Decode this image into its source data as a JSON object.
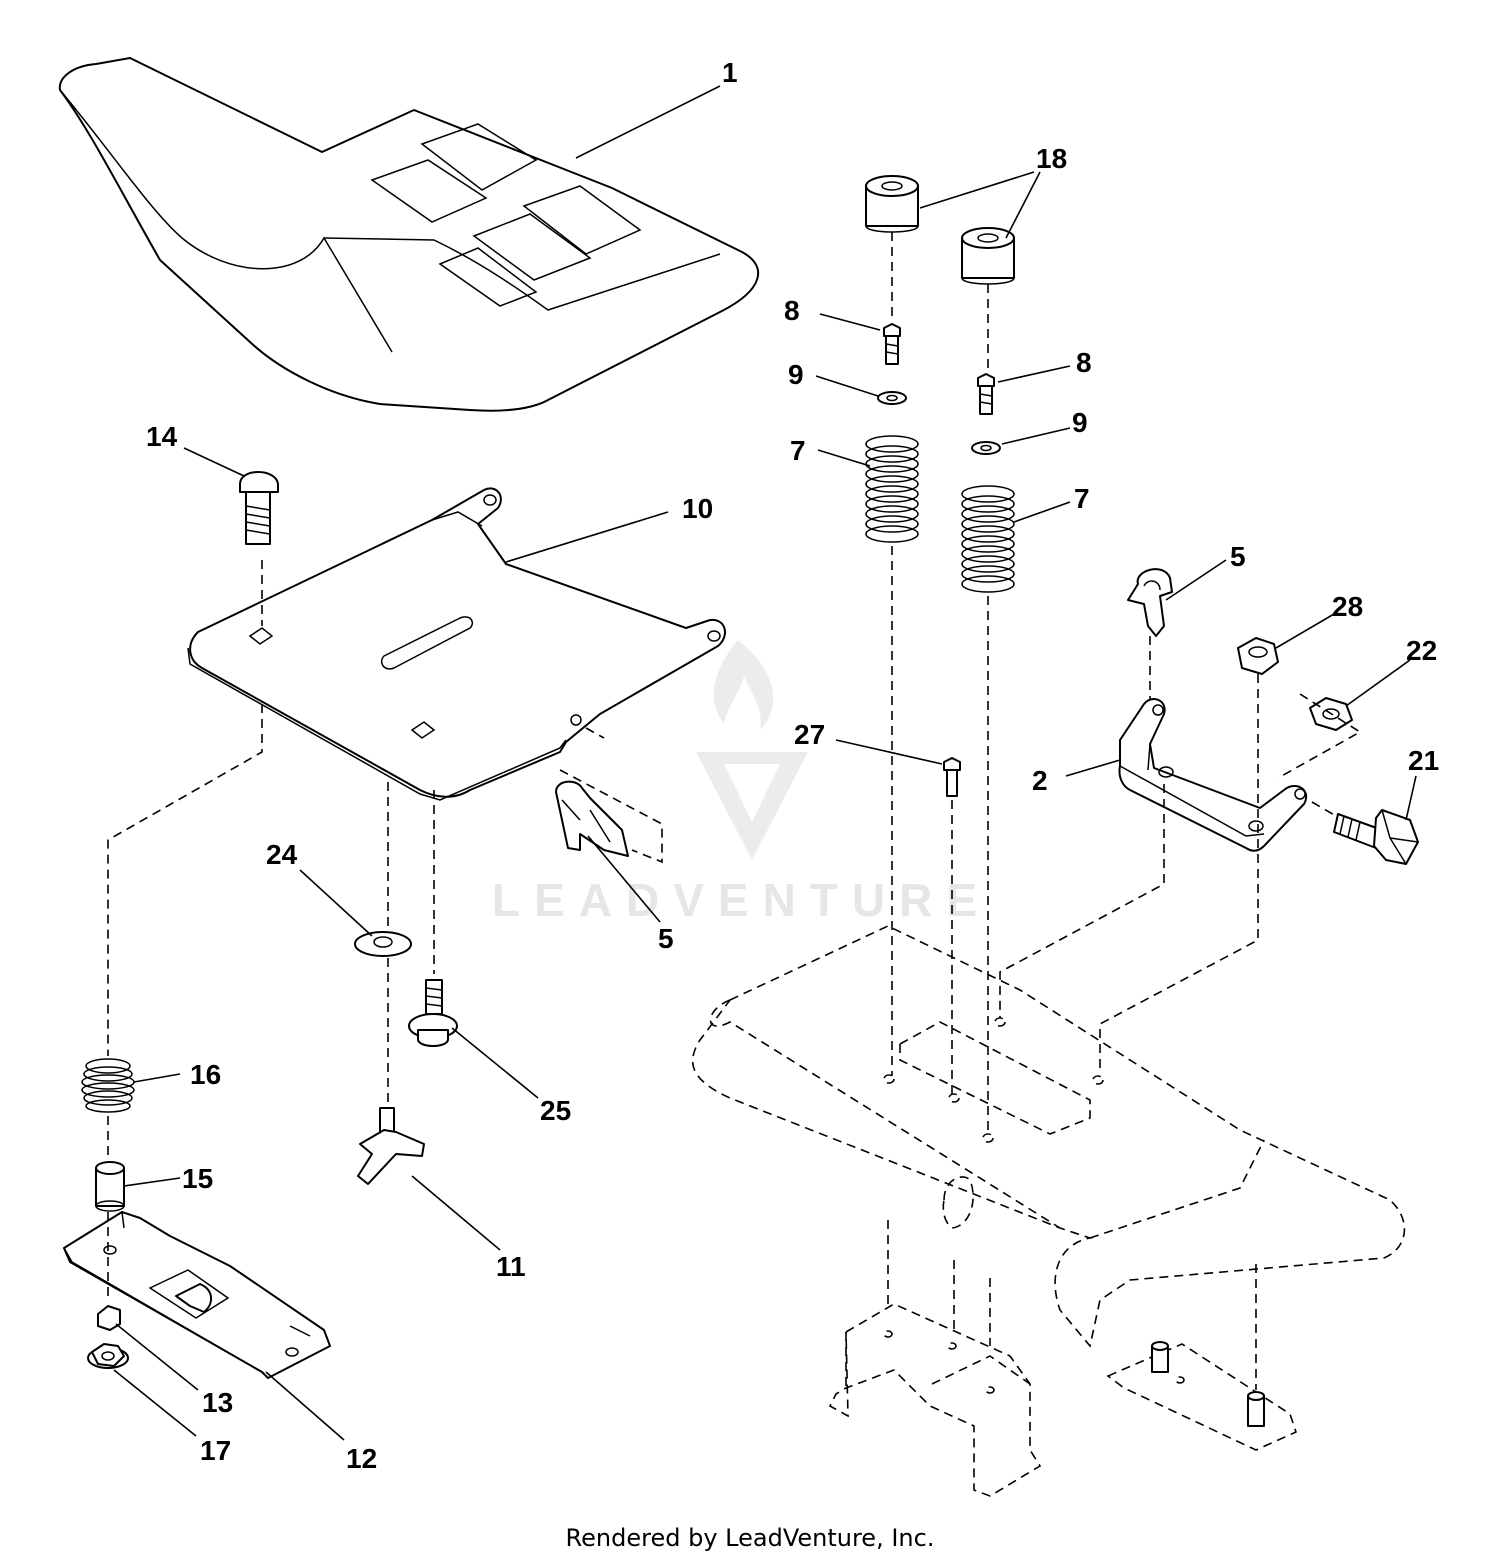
{
  "watermark": {
    "text": "LEADVENTURE"
  },
  "footer": {
    "credit": "Rendered by LeadVenture, Inc."
  },
  "callouts": [
    {
      "key": "c1",
      "label": "1"
    },
    {
      "key": "c18",
      "label": "18"
    },
    {
      "key": "c8a",
      "label": "8"
    },
    {
      "key": "c8b",
      "label": "8"
    },
    {
      "key": "c9a",
      "label": "9"
    },
    {
      "key": "c9b",
      "label": "9"
    },
    {
      "key": "c7a",
      "label": "7"
    },
    {
      "key": "c7b",
      "label": "7"
    },
    {
      "key": "c14",
      "label": "14"
    },
    {
      "key": "c10",
      "label": "10"
    },
    {
      "key": "c5a",
      "label": "5"
    },
    {
      "key": "c5b",
      "label": "5"
    },
    {
      "key": "c28",
      "label": "28"
    },
    {
      "key": "c22",
      "label": "22"
    },
    {
      "key": "c21",
      "label": "21"
    },
    {
      "key": "c2",
      "label": "2"
    },
    {
      "key": "c27",
      "label": "27"
    },
    {
      "key": "c24",
      "label": "24"
    },
    {
      "key": "c25",
      "label": "25"
    },
    {
      "key": "c16",
      "label": "16"
    },
    {
      "key": "c15",
      "label": "15"
    },
    {
      "key": "c11",
      "label": "11"
    },
    {
      "key": "c13",
      "label": "13"
    },
    {
      "key": "c17",
      "label": "17"
    },
    {
      "key": "c12",
      "label": "12"
    }
  ]
}
